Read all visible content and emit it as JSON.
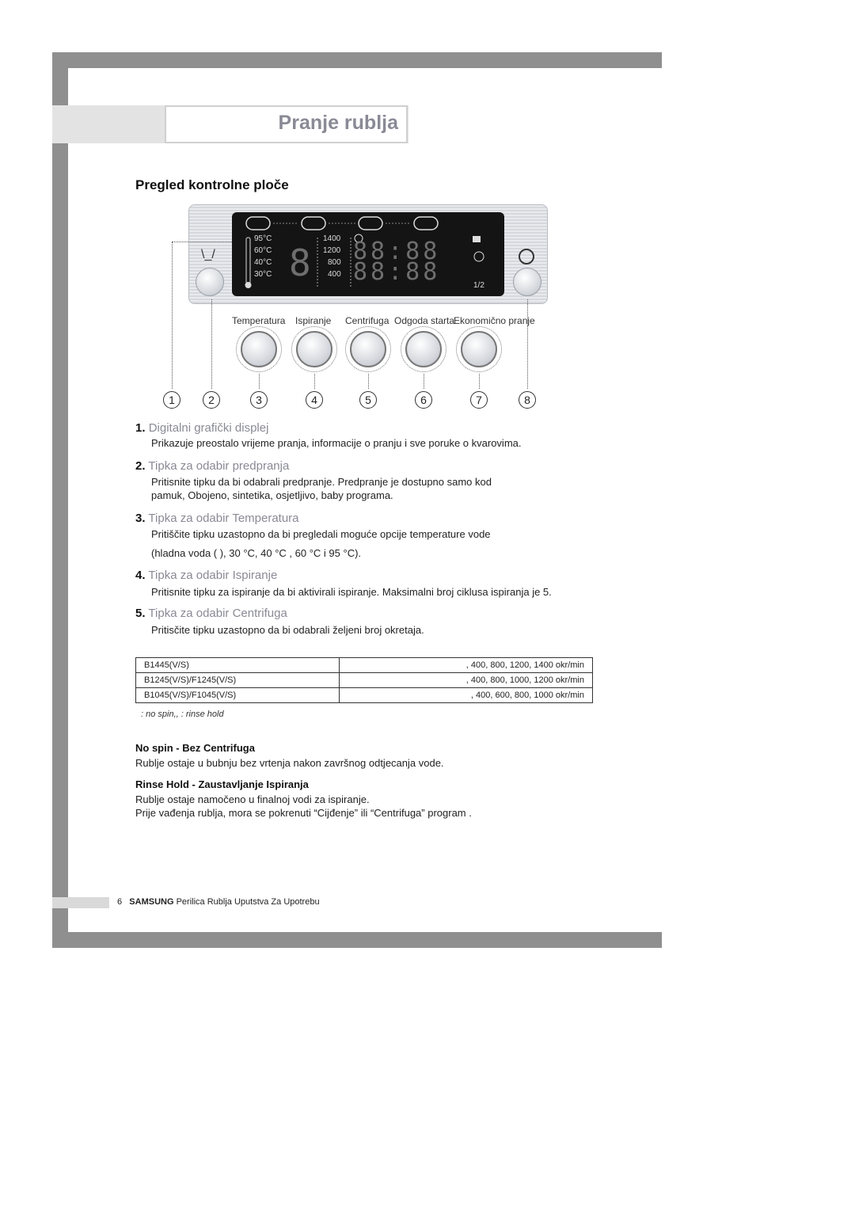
{
  "header": {
    "title": "Pranje rublja"
  },
  "section_title": "Pregled kontrolne ploče",
  "panel": {
    "temperatures": [
      "95°C",
      "60°C",
      "40°C",
      "30°C"
    ],
    "spins": [
      "1400",
      "1200",
      "800",
      "400"
    ],
    "display_digits_top": "88:88",
    "display_digits_bottom": "88:88",
    "half_badge": "1/2",
    "button_labels": [
      "Temperatura",
      "Ispiranje",
      "Centrifuga",
      "Odgoda starta",
      "Ekonomično pranje"
    ],
    "callout_numbers": [
      "1",
      "2",
      "3",
      "4",
      "5",
      "6",
      "7",
      "8"
    ]
  },
  "items": [
    {
      "num": "1.",
      "title": "Digitalni grafički displej",
      "lines": [
        "Prikazuje preostalo vrijeme pranja, informacije o pranju i sve poruke o kvarovima."
      ]
    },
    {
      "num": "2.",
      "title": "Tipka za odabir predpranja",
      "lines": [
        "Pritisnite tipku da bi odabrali predpranje. Predpranje je dostupno samo kod",
        "pamuk, Obojeno, sintetika, osjetljivo, baby programa."
      ]
    },
    {
      "num": "3.",
      "title": "Tipka za odabir Temperatura",
      "lines": [
        "Pritiščite tipku uzastopno da bi pregledali moguće opcije temperature vode",
        "(hladna voda (   ), 30 °C, 40 °C , 60 °C i 95 °C)."
      ]
    },
    {
      "num": "4.",
      "title": "Tipka za odabir Ispiranje",
      "lines": [
        "Pritisnite tipku za ispiranje da bi aktivirali ispiranje. Maksimalni broj ciklusa ispiranja je 5."
      ]
    },
    {
      "num": "5.",
      "title": "Tipka za odabir Centrifuga",
      "lines": [
        "Pritisčite tipku uzastopno da bi odabrali željeni broj okretaja."
      ]
    }
  ],
  "spin_table": {
    "rows": [
      {
        "model": "B1445(V/S)",
        "speeds": ", 400, 800, 1200, 1400 okr/min"
      },
      {
        "model": "B1245(V/S)/F1245(V/S)",
        "speeds": ", 400, 800, 1000, 1200 okr/min"
      },
      {
        "model": "B1045(V/S)/F1045(V/S)",
        "speeds": ", 400, 600, 800, 1000 okr/min"
      }
    ]
  },
  "legend_note": ": no spin,,   : rinse hold",
  "no_spin": {
    "title": "No spin - Bez Centrifuga",
    "text": "Rublje ostaje u bubnju bez vrtenja nakon završnog odtjecanja vode."
  },
  "rinse_hold": {
    "title": "Rinse Hold - Zaustavljanje Ispiranja",
    "lines": [
      "Rublje ostaje namočeno u finalnoj vodi za ispiranje.",
      "Prije vađenja rublja, mora se pokrenuti “Cijđenje” ili “Centrifuga” program ."
    ]
  },
  "footer": {
    "page": "6",
    "brand": "SAMSUNG",
    "text": "Perilica Rublja Uputstva Za Upotrebu"
  }
}
